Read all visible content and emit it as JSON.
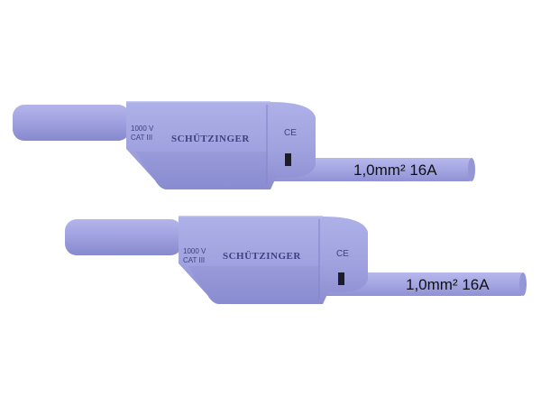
{
  "colors": {
    "background": "#ffffff",
    "body": "#9fa0df",
    "body_light": "#b0b1e8",
    "body_dark": "#8587cc",
    "edge": "#7a7cc2",
    "text": "#3d3f80",
    "window": "#1c1c2a",
    "cable_text": "#111111"
  },
  "plugs": [
    {
      "brand": "SCHÜTZINGER",
      "rating_line1": "1000 V",
      "rating_line2": "CAT III",
      "ce_mark": "CE",
      "cable_label": "1,0mm² 16A"
    },
    {
      "brand": "SCHÜTZINGER",
      "rating_line1": "1000 V",
      "rating_line2": "CAT III",
      "ce_mark": "CE",
      "cable_label": "1,0mm² 16A"
    }
  ]
}
